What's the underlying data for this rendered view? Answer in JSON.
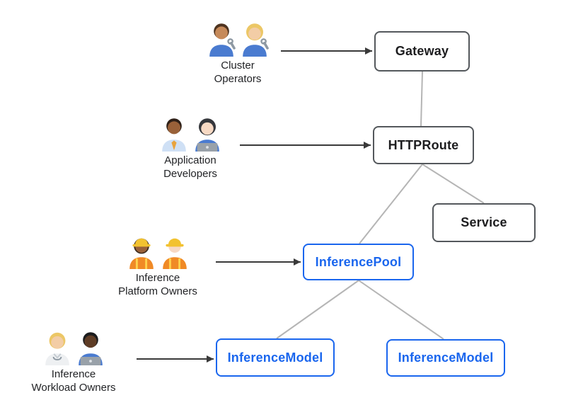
{
  "diagram": {
    "actors": [
      {
        "id": "cluster-operators",
        "label_lines": [
          "Cluster",
          "Operators"
        ],
        "emojis": [
          "man-mechanic",
          "woman-mechanic"
        ]
      },
      {
        "id": "application-developers",
        "label_lines": [
          "Application",
          "Developers"
        ],
        "emojis": [
          "man-office-worker",
          "woman-technologist"
        ]
      },
      {
        "id": "inference-platform-owners",
        "label_lines": [
          "Inference",
          "Platform Owners"
        ],
        "emojis": [
          "woman-construction-worker",
          "man-construction-worker"
        ]
      },
      {
        "id": "inference-workload-owners",
        "label_lines": [
          "Inference",
          "Workload Owners"
        ],
        "emojis": [
          "health-worker",
          "man-technologist"
        ]
      }
    ],
    "nodes": [
      {
        "id": "gateway",
        "label": "Gateway",
        "style": "dark"
      },
      {
        "id": "httproute",
        "label": "HTTPRoute",
        "style": "dark"
      },
      {
        "id": "service",
        "label": "Service",
        "style": "dark"
      },
      {
        "id": "inferencepool",
        "label": "InferencePool",
        "style": "blue"
      },
      {
        "id": "inferencemodel-left",
        "label": "InferenceModel",
        "style": "blue"
      },
      {
        "id": "inferencemodel-right",
        "label": "InferenceModel",
        "style": "blue"
      }
    ],
    "edges": [
      {
        "from": "gateway",
        "to": "httproute"
      },
      {
        "from": "httproute",
        "to": "service"
      },
      {
        "from": "httproute",
        "to": "inferencepool"
      },
      {
        "from": "inferencepool",
        "to": "inferencemodel-left"
      },
      {
        "from": "inferencepool",
        "to": "inferencemodel-right"
      },
      {
        "from": "cluster-operators",
        "to": "gateway",
        "type": "arrow"
      },
      {
        "from": "application-developers",
        "to": "httproute",
        "type": "arrow"
      },
      {
        "from": "inference-platform-owners",
        "to": "inferencepool",
        "type": "arrow"
      },
      {
        "from": "inference-workload-owners",
        "to": "inferencemodel-left",
        "type": "arrow"
      }
    ],
    "colors": {
      "node_border_dark": "#54585c",
      "node_text_dark": "#1d1d1f",
      "node_border_blue": "#1a66ee",
      "node_text_blue": "#1a66ee",
      "connector_line": "#b5b5b5",
      "arrow_line": "#3a3a3a",
      "background": "#ffffff"
    }
  }
}
